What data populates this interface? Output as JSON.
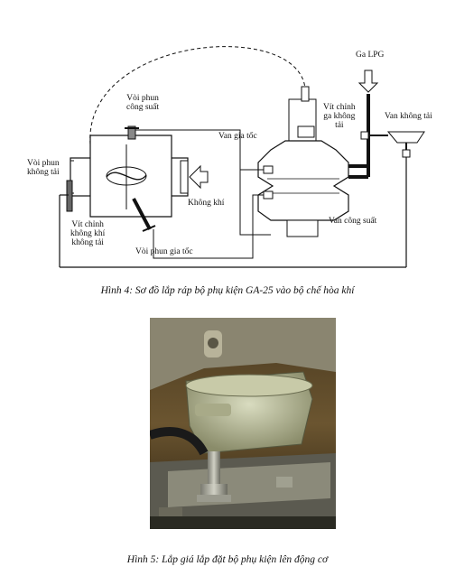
{
  "figure4": {
    "labels": {
      "gas_lpg": "Ga LPG",
      "power_nozzle": [
        "Vòi phun",
        "công suất"
      ],
      "idle_gas_screw": [
        "Vít chỉnh",
        "ga không",
        "tải"
      ],
      "idle_valve": "Van không tải",
      "idle_nozzle": [
        "Vòi phun",
        "không tải"
      ],
      "accel_valve": "Van gia tốc",
      "air": "Không khí",
      "idle_air_screw": [
        "Vít chỉnh",
        "không khí",
        "không tải"
      ],
      "accel_nozzle": "Vòi phun gia tốc",
      "power_valve": "Van công suất"
    },
    "caption": "Hình 4: Sơ đồ lắp ráp bộ phụ kiện GA-25 vào bộ chế hòa khí"
  },
  "figure5": {
    "caption": "Hình 5: Lắp giá lắp đặt bộ phụ kiện lên động cơ"
  }
}
